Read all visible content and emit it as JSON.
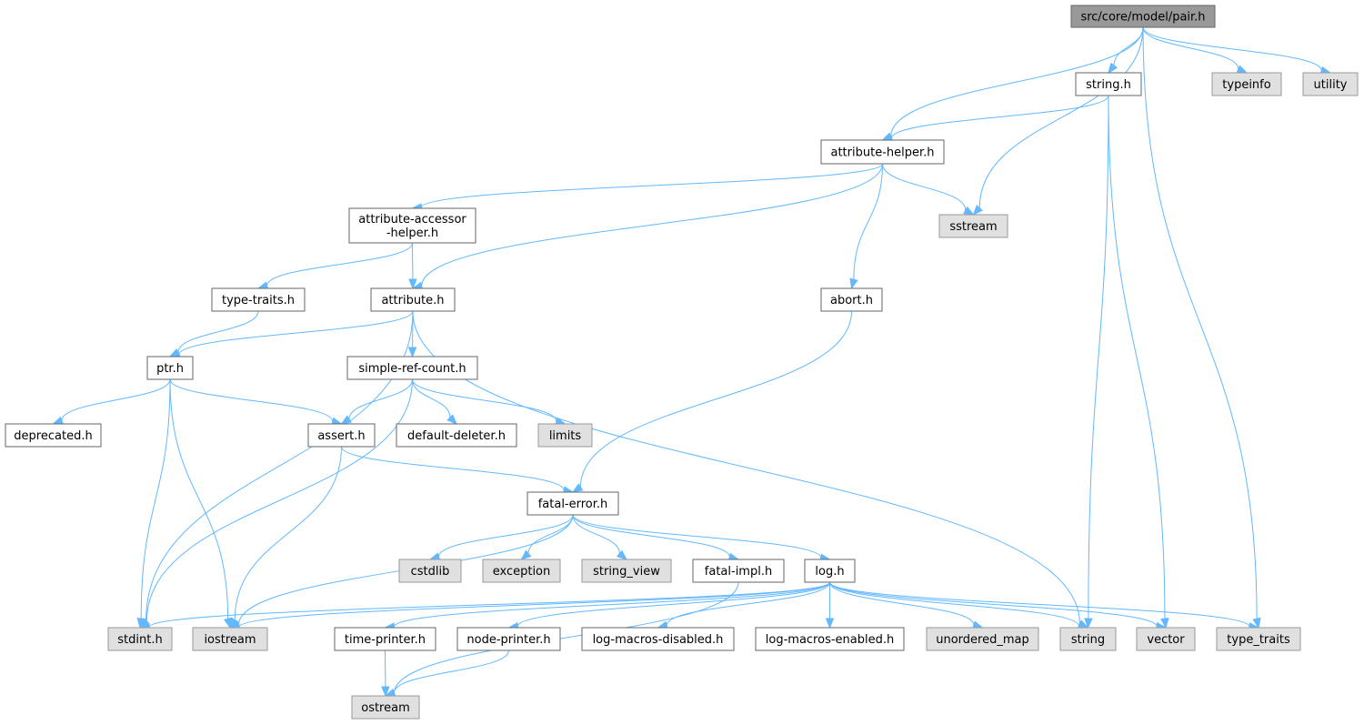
{
  "colors": {
    "edge": "#63b8ff",
    "local_fill": "#ffffff",
    "system_fill": "#e0e0e0",
    "root_fill": "#999999",
    "border": "#666666"
  },
  "nodes": [
    {
      "id": "pair",
      "lines": [
        "src/core/model/pair.h"
      ],
      "kind": "root"
    },
    {
      "id": "string_h",
      "lines": [
        "string.h"
      ],
      "kind": "local"
    },
    {
      "id": "typeinfo",
      "lines": [
        "typeinfo"
      ],
      "kind": "system"
    },
    {
      "id": "utility",
      "lines": [
        "utility"
      ],
      "kind": "system"
    },
    {
      "id": "attr_helper",
      "lines": [
        "attribute-helper.h"
      ],
      "kind": "local"
    },
    {
      "id": "attr_accessor",
      "lines": [
        "attribute-accessor",
        "-helper.h"
      ],
      "kind": "local"
    },
    {
      "id": "sstream",
      "lines": [
        "sstream"
      ],
      "kind": "system"
    },
    {
      "id": "type_traits_h",
      "lines": [
        "type-traits.h"
      ],
      "kind": "local"
    },
    {
      "id": "attribute_h",
      "lines": [
        "attribute.h"
      ],
      "kind": "local"
    },
    {
      "id": "abort_h",
      "lines": [
        "abort.h"
      ],
      "kind": "local"
    },
    {
      "id": "ptr_h",
      "lines": [
        "ptr.h"
      ],
      "kind": "local"
    },
    {
      "id": "simple_ref",
      "lines": [
        "simple-ref-count.h"
      ],
      "kind": "local"
    },
    {
      "id": "deprecated_h",
      "lines": [
        "deprecated.h"
      ],
      "kind": "local"
    },
    {
      "id": "assert_h",
      "lines": [
        "assert.h"
      ],
      "kind": "local"
    },
    {
      "id": "default_deleter",
      "lines": [
        "default-deleter.h"
      ],
      "kind": "local"
    },
    {
      "id": "limits",
      "lines": [
        "limits"
      ],
      "kind": "system"
    },
    {
      "id": "fatal_error",
      "lines": [
        "fatal-error.h"
      ],
      "kind": "local"
    },
    {
      "id": "cstdlib",
      "lines": [
        "cstdlib"
      ],
      "kind": "system"
    },
    {
      "id": "exception",
      "lines": [
        "exception"
      ],
      "kind": "system"
    },
    {
      "id": "string_view",
      "lines": [
        "string_view"
      ],
      "kind": "system"
    },
    {
      "id": "fatal_impl",
      "lines": [
        "fatal-impl.h"
      ],
      "kind": "local"
    },
    {
      "id": "log_h",
      "lines": [
        "log.h"
      ],
      "kind": "local"
    },
    {
      "id": "stdint",
      "lines": [
        "stdint.h"
      ],
      "kind": "system"
    },
    {
      "id": "iostream",
      "lines": [
        "iostream"
      ],
      "kind": "system"
    },
    {
      "id": "time_printer",
      "lines": [
        "time-printer.h"
      ],
      "kind": "local"
    },
    {
      "id": "node_printer",
      "lines": [
        "node-printer.h"
      ],
      "kind": "local"
    },
    {
      "id": "log_macros_dis",
      "lines": [
        "log-macros-disabled.h"
      ],
      "kind": "local"
    },
    {
      "id": "log_macros_en",
      "lines": [
        "log-macros-enabled.h"
      ],
      "kind": "local"
    },
    {
      "id": "unordered_map",
      "lines": [
        "unordered_map"
      ],
      "kind": "system"
    },
    {
      "id": "string_std",
      "lines": [
        "string"
      ],
      "kind": "system"
    },
    {
      "id": "vector",
      "lines": [
        "vector"
      ],
      "kind": "system"
    },
    {
      "id": "type_traits_std",
      "lines": [
        "type_traits"
      ],
      "kind": "system"
    },
    {
      "id": "ostream",
      "lines": [
        "ostream"
      ],
      "kind": "system"
    }
  ],
  "edges": [
    [
      "pair",
      "attr_helper"
    ],
    [
      "pair",
      "sstream"
    ],
    [
      "pair",
      "string_h"
    ],
    [
      "pair",
      "type_traits_std"
    ],
    [
      "pair",
      "typeinfo"
    ],
    [
      "pair",
      "utility"
    ],
    [
      "string_h",
      "attr_helper"
    ],
    [
      "string_h",
      "string_std"
    ],
    [
      "string_h",
      "vector"
    ],
    [
      "attr_helper",
      "attr_accessor"
    ],
    [
      "attr_helper",
      "attribute_h"
    ],
    [
      "attr_helper",
      "abort_h"
    ],
    [
      "attr_helper",
      "sstream"
    ],
    [
      "attr_accessor",
      "type_traits_h"
    ],
    [
      "attr_accessor",
      "attribute_h"
    ],
    [
      "type_traits_h",
      "ptr_h"
    ],
    [
      "attribute_h",
      "ptr_h"
    ],
    [
      "attribute_h",
      "simple_ref"
    ],
    [
      "attribute_h",
      "stdint"
    ],
    [
      "attribute_h",
      "string_std"
    ],
    [
      "abort_h",
      "fatal_error"
    ],
    [
      "ptr_h",
      "deprecated_h"
    ],
    [
      "ptr_h",
      "assert_h"
    ],
    [
      "ptr_h",
      "stdint"
    ],
    [
      "ptr_h",
      "iostream"
    ],
    [
      "simple_ref",
      "assert_h"
    ],
    [
      "simple_ref",
      "default_deleter"
    ],
    [
      "simple_ref",
      "limits"
    ],
    [
      "simple_ref",
      "stdint"
    ],
    [
      "assert_h",
      "fatal_error"
    ],
    [
      "assert_h",
      "iostream"
    ],
    [
      "fatal_error",
      "cstdlib"
    ],
    [
      "fatal_error",
      "exception"
    ],
    [
      "fatal_error",
      "string_view"
    ],
    [
      "fatal_error",
      "fatal_impl"
    ],
    [
      "fatal_error",
      "log_h"
    ],
    [
      "fatal_error",
      "iostream"
    ],
    [
      "fatal_impl",
      "ostream"
    ],
    [
      "log_h",
      "stdint"
    ],
    [
      "log_h",
      "iostream"
    ],
    [
      "log_h",
      "time_printer"
    ],
    [
      "log_h",
      "node_printer"
    ],
    [
      "log_h",
      "log_macros_dis"
    ],
    [
      "log_h",
      "log_macros_en"
    ],
    [
      "log_h",
      "unordered_map"
    ],
    [
      "log_h",
      "string_std"
    ],
    [
      "log_h",
      "vector"
    ],
    [
      "log_h",
      "type_traits_std"
    ],
    [
      "time_printer",
      "ostream"
    ],
    [
      "node_printer",
      "ostream"
    ]
  ]
}
